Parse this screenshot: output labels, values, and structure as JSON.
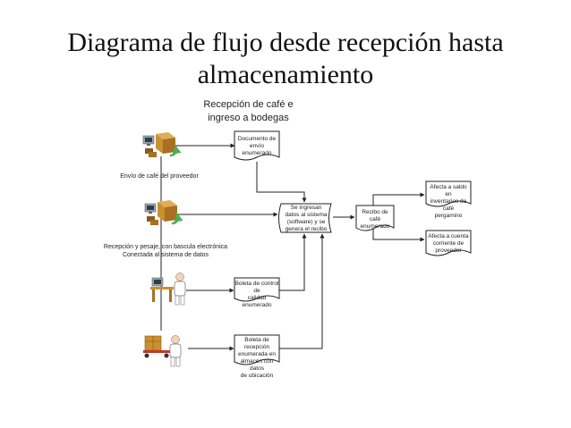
{
  "title": {
    "line1": "Diagrama de flujo desde recepción hasta",
    "line2": "almacenamiento"
  },
  "section": {
    "line1": "Recepción de café e",
    "line2": "ingreso a bodegas"
  },
  "steps": {
    "step1": "Envío de café del proveedor",
    "step2_line1": "Recepción y pesaje, con bascula electrónica",
    "step2_line2": "Conectada al sistema de datos"
  },
  "documents": {
    "doc1": [
      "Documento de",
      "envío enumerado"
    ],
    "doc2": [
      "Boleta de control de",
      "calidad enumerado"
    ],
    "doc3": [
      "Boleta de recepción",
      "enumerada en",
      "almacén con datos",
      "de ubicación"
    ],
    "receipt": [
      "Recibo de café",
      "enumerado"
    ]
  },
  "process": {
    "system": [
      "Se ingresan",
      "datos al sistema",
      "(software) y se",
      "genera el recibo"
    ]
  },
  "outputs": {
    "inventory": [
      "Afecta a saldo en",
      "inventarios de café",
      "pergamino"
    ],
    "account": [
      "Afecta a cuenta",
      "corriente de",
      "proveedor"
    ]
  },
  "colors": {
    "line": "#222222",
    "box_fill": "#ffffff",
    "cabinet": "#c8902f",
    "cabinet_dark": "#8a5a1a",
    "monitor": "#9aa3ad",
    "arrow_green": "#4caf50"
  },
  "icons": [
    "computer-crate-icon",
    "computer-crate-icon",
    "worker-desk-icon",
    "worker-pallet-icon"
  ]
}
